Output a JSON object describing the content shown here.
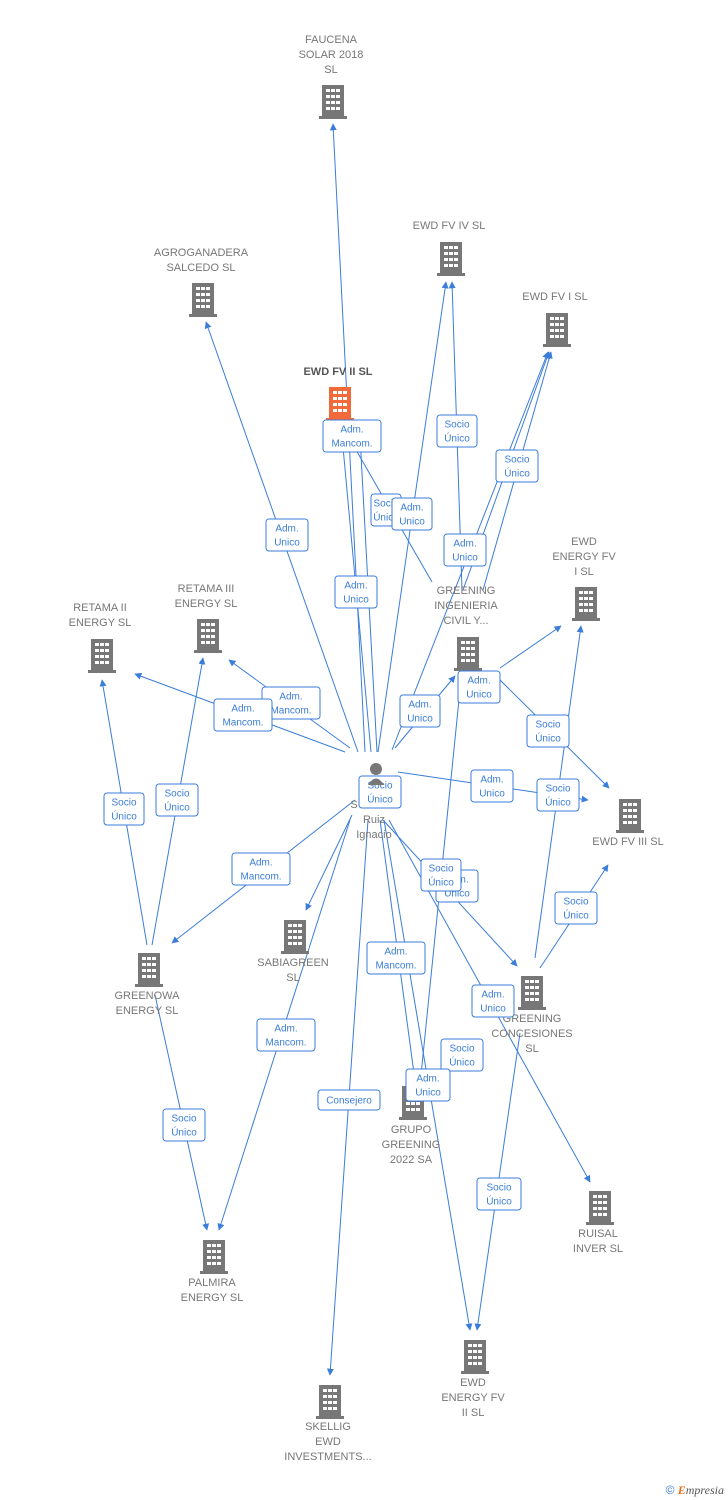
{
  "colors": {
    "edge": "#3b7dd8",
    "building": "#777777",
    "focus": "#f26a3a",
    "person": "#777777"
  },
  "center": {
    "name": "Ruiz\nIgnacio",
    "prefix": "S"
  },
  "nodes": [
    {
      "id": "faucena",
      "label": "FAUCENA\nSOLAR 2018\nSL"
    },
    {
      "id": "ewd4",
      "label": "EWD FV IV  SL"
    },
    {
      "id": "agro",
      "label": "AGROGANADERA\nSALCEDO SL"
    },
    {
      "id": "ewd1",
      "label": "EWD FV I  SL"
    },
    {
      "id": "ewd2",
      "label": "EWD FV II  SL",
      "focus": true
    },
    {
      "id": "ewde1",
      "label": "EWD\nENERGY FV\nI  SL"
    },
    {
      "id": "retama3",
      "label": "RETAMA III\nENERGY  SL"
    },
    {
      "id": "retama2",
      "label": "RETAMA II\nENERGY  SL"
    },
    {
      "id": "greening_ing",
      "label": "GREENING\nINGENIERIA\nCIVIL Y..."
    },
    {
      "id": "ewd3",
      "label": "EWD FV III  SL"
    },
    {
      "id": "sabia",
      "label": "SABIAGREEN\nSL"
    },
    {
      "id": "greenowa",
      "label": "GREENOWA\nENERGY  SL"
    },
    {
      "id": "greening_con",
      "label": "GREENING\nCONCESIONES\nSL"
    },
    {
      "id": "grupo",
      "label": "GRUPO\nGREENING\n2022 SA"
    },
    {
      "id": "ruisal",
      "label": "RUISAL\nINVER  SL"
    },
    {
      "id": "palmira",
      "label": "PALMIRA\nENERGY  SL"
    },
    {
      "id": "ewde2",
      "label": "EWD\nENERGY FV\nII  SL"
    },
    {
      "id": "skellig",
      "label": "SKELLIG\nEWD\nINVESTMENTS..."
    }
  ],
  "edge_labels": [
    "Adm.\nMancom.",
    "Socio\nÚnico",
    "Socio\nÚnico",
    "Adm.\nUnico",
    "Socio\nÚnico",
    "Adm.\nUnico",
    "Adm.\nUnico",
    "Adm.\nUnico",
    "Adm.\nMancom.",
    "Adm.\nMancom.",
    "Adm.\nUnico",
    "Adm.\nUnico",
    "Socio\nÚnico",
    "Socio\nÚnico",
    "Socio\nÚnico",
    "Adm.\nUnico",
    "Socio\nÚnico",
    "Socio\nÚnico",
    "Adm.\nMancom.",
    "Socio\nÚnico",
    "Adm.\nUnico",
    "Adm.\nMancom.",
    "Adm.\nUnico",
    "Socio\nÚnico",
    "Adm.\nUnico",
    "Adm.\nMancom.",
    "Socio\nÚnico",
    "Consejero",
    "Socio\nÚnico"
  ],
  "footer": {
    "copyright": "©",
    "brand_initial": "E",
    "brand_rest": "mpresia"
  }
}
